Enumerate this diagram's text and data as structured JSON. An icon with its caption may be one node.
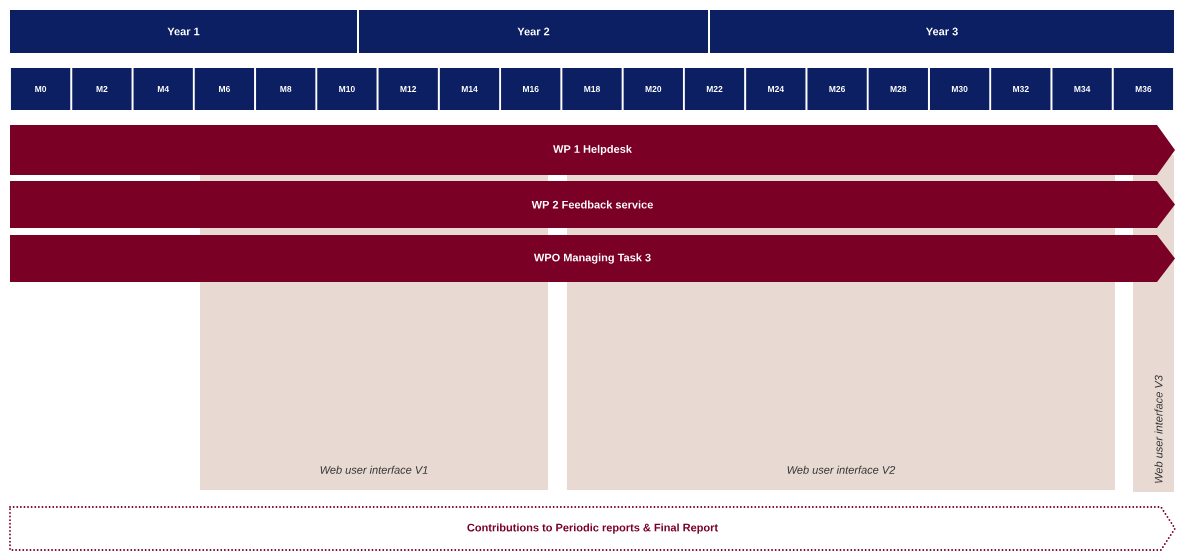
{
  "diagram": {
    "nodes": [
      {
        "text": [
          "Year 1"
        ]
      },
      {
        "text": [
          "Year 2"
        ]
      },
      {
        "text": [
          "Year 3"
        ]
      },
      {
        "text": [
          "M0"
        ]
      },
      {
        "text": [
          "M2"
        ]
      },
      {
        "text": [
          "M4"
        ]
      },
      {
        "text": [
          "M6"
        ]
      },
      {
        "text": [
          "M8"
        ]
      },
      {
        "text": [
          "M10"
        ]
      },
      {
        "text": [
          "M12"
        ]
      },
      {
        "text": [
          "M14"
        ]
      },
      {
        "text": [
          "M16"
        ]
      },
      {
        "text": [
          "M18"
        ]
      },
      {
        "text": [
          "M20"
        ]
      },
      {
        "text": [
          "M22"
        ]
      },
      {
        "text": [
          "M24"
        ]
      },
      {
        "text": [
          "M26"
        ]
      },
      {
        "text": [
          "M28"
        ]
      },
      {
        "text": [
          "M30"
        ]
      },
      {
        "text": [
          "M32"
        ]
      },
      {
        "text": [
          "M34"
        ]
      },
      {
        "text": [
          "M36"
        ]
      },
      {
        "text": [
          "WP 1 Helpdesk"
        ]
      },
      {
        "text": [
          "WP 2 Feedback service"
        ]
      },
      {
        "text": [
          "WPO Managing Task 3"
        ]
      },
      {
        "text": [
          "Web user interface V1"
        ]
      },
      {
        "text": [
          "Web user interface V2"
        ]
      },
      {
        "text": [
          "Web user interface V3"
        ]
      },
      {
        "text": [
          "Contributions to Periodic reports & Final Report"
        ]
      }
    ]
  }
}
